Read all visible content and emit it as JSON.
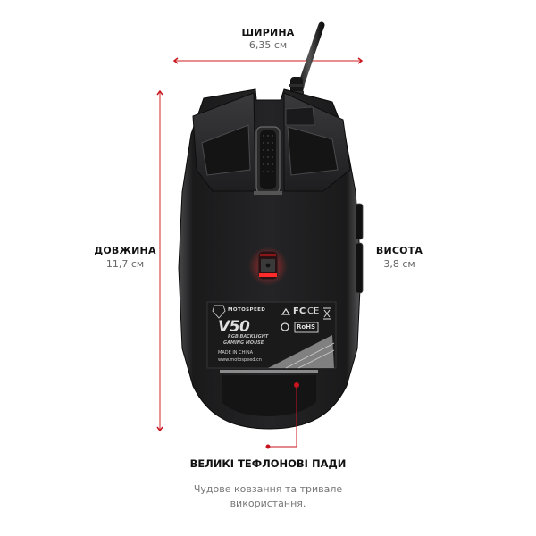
{
  "dimensions": {
    "width": {
      "title": "ШИРИНА",
      "value": "6,35 см"
    },
    "length": {
      "title": "ДОВЖИНА",
      "value": "11,7 см"
    },
    "height": {
      "title": "ВИСОТА",
      "value": "3,8  см"
    }
  },
  "product": {
    "brand": "MOTOSPEED",
    "model": "V50",
    "subtitle_line1": "RGB BACKLIGHT",
    "subtitle_line2": "GAMING MOUSE",
    "origin": "MADE IN CHINA",
    "website": "www.motospeed.cn",
    "cert_marks": [
      "FC",
      "CE",
      "RoHS"
    ]
  },
  "feature": {
    "title": "ВЕЛИКІ ТЕФЛОНОВІ ПАДИ",
    "description_line1": "Чудове ковзання та тривале",
    "description_line2": "використання."
  },
  "colors": {
    "accent_red": "#d94a4a",
    "callout_red": "#c8141e",
    "mouse_body": "#1c1c1e"
  }
}
